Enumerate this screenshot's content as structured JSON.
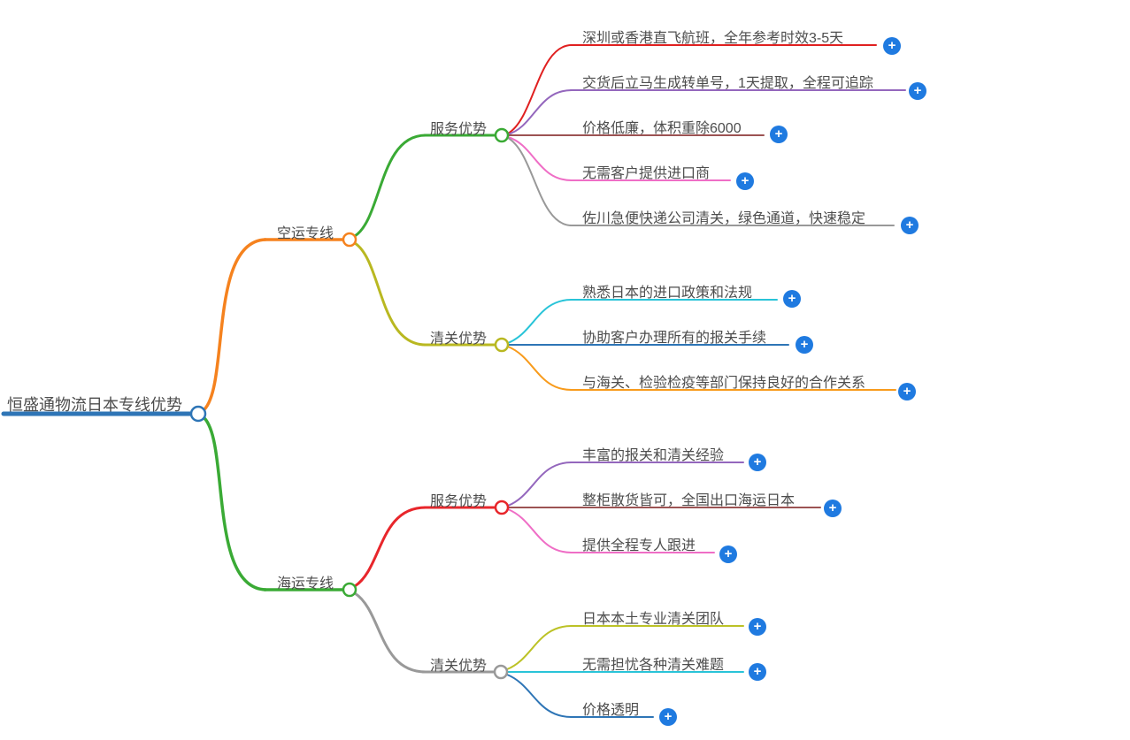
{
  "icons": {
    "plus": "+"
  },
  "colors": {
    "root_blue": "#2e75b6",
    "orange": "#f5821e",
    "green": "#3aaa35",
    "olive": "#b9b821",
    "red": "#e8262b",
    "gray": "#999999",
    "leaf_red": "#e02020",
    "purple": "#9467bd",
    "maroon": "#9c5353",
    "pink": "#ef6ec6",
    "cyan": "#29c4d8",
    "steel_blue": "#2e75b6",
    "leaf_orange": "#f89b1c",
    "yellow_green": "#bcc226",
    "plus_button_blue": "#1f7ae0",
    "text": "#4d4d4d"
  },
  "root": {
    "label": "恒盛通物流日本专线优势"
  },
  "branches": [
    {
      "label": "空运专线",
      "children": [
        {
          "label": "服务优势",
          "leaves": [
            {
              "label": "深圳或香港直飞航班，全年参考时效3-5天"
            },
            {
              "label": "交货后立马生成转单号，1天提取，全程可追踪"
            },
            {
              "label": "价格低廉，体积重除6000"
            },
            {
              "label": "无需客户提供进口商"
            },
            {
              "label": "佐川急便快递公司清关，绿色通道，快速稳定"
            }
          ]
        },
        {
          "label": "清关优势",
          "leaves": [
            {
              "label": "熟悉日本的进口政策和法规"
            },
            {
              "label": "协助客户办理所有的报关手续"
            },
            {
              "label": "与海关、检验检疫等部门保持良好的合作关系"
            }
          ]
        }
      ]
    },
    {
      "label": "海运专线",
      "children": [
        {
          "label": "服务优势",
          "leaves": [
            {
              "label": "丰富的报关和清关经验"
            },
            {
              "label": "整柜散货皆可，全国出口海运日本"
            },
            {
              "label": "提供全程专人跟进"
            }
          ]
        },
        {
          "label": "清关优势",
          "leaves": [
            {
              "label": "日本本土专业清关团队"
            },
            {
              "label": "无需担忧各种清关难题"
            },
            {
              "label": "价格透明"
            }
          ]
        }
      ]
    }
  ]
}
